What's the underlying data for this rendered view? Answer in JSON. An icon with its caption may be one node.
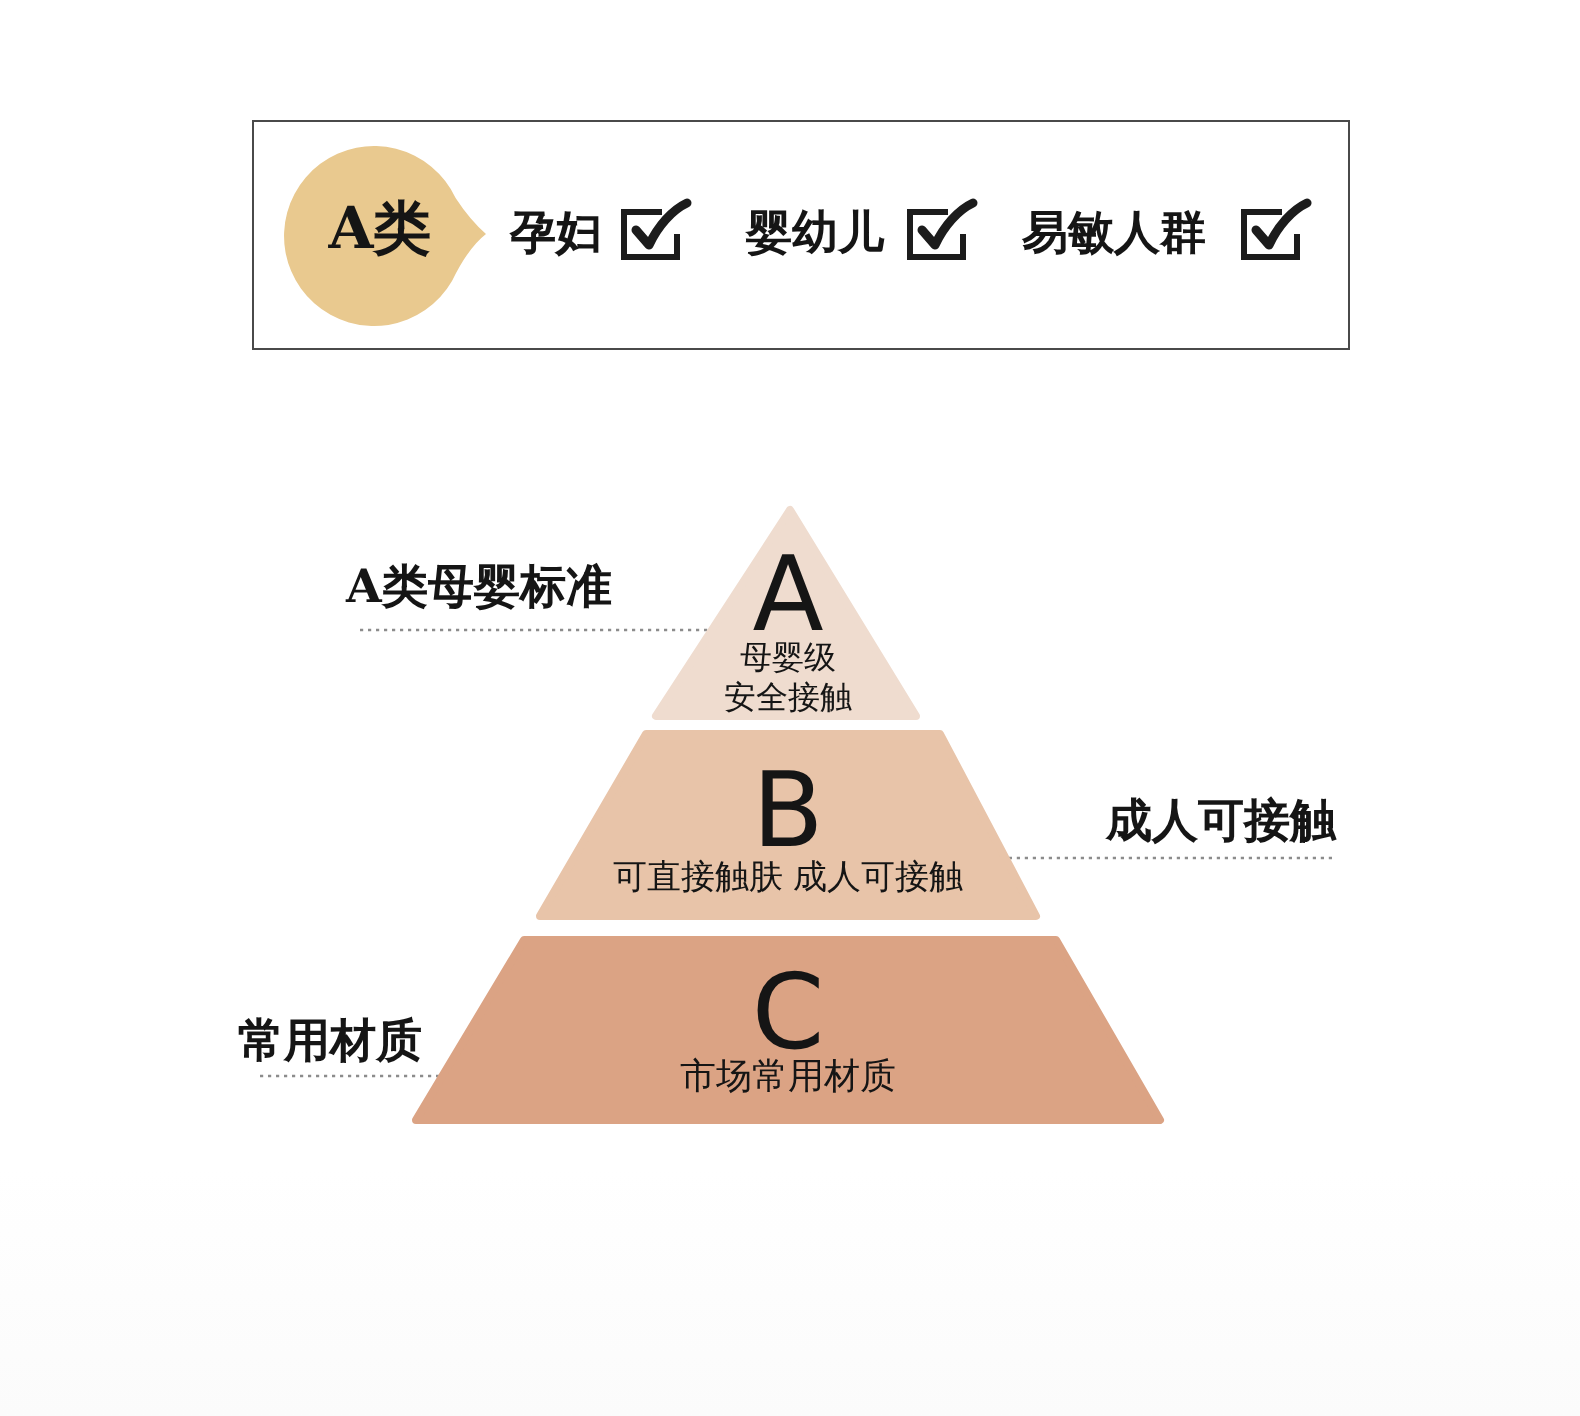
{
  "diagram": {
    "nodes": [
      {
        "text": [
          "孕妇",
          "婴幼儿",
          "易敏人群"
        ]
      },
      {
        "text": [
          "A类"
        ],
        "in": 0
      },
      {
        "text": [
          "A",
          "母婴级",
          "安全接触"
        ]
      },
      {
        "text": [
          "B",
          "可直接触肤 成人可接触"
        ]
      },
      {
        "text": [
          "C",
          "市场常用材质"
        ]
      },
      {
        "text": [
          "A类母婴标准"
        ]
      },
      {
        "text": [
          "成人可接触"
        ]
      },
      {
        "text": [
          "常用材质"
        ]
      }
    ],
    "edges": [
      {
        "from": 5,
        "to": 2,
        "arrow": "none",
        "style": "dashed"
      },
      {
        "from": 6,
        "to": 3,
        "arrow": "none",
        "style": "dashed"
      },
      {
        "from": 7,
        "to": 4,
        "arrow": "none",
        "style": "dashed"
      }
    ]
  }
}
